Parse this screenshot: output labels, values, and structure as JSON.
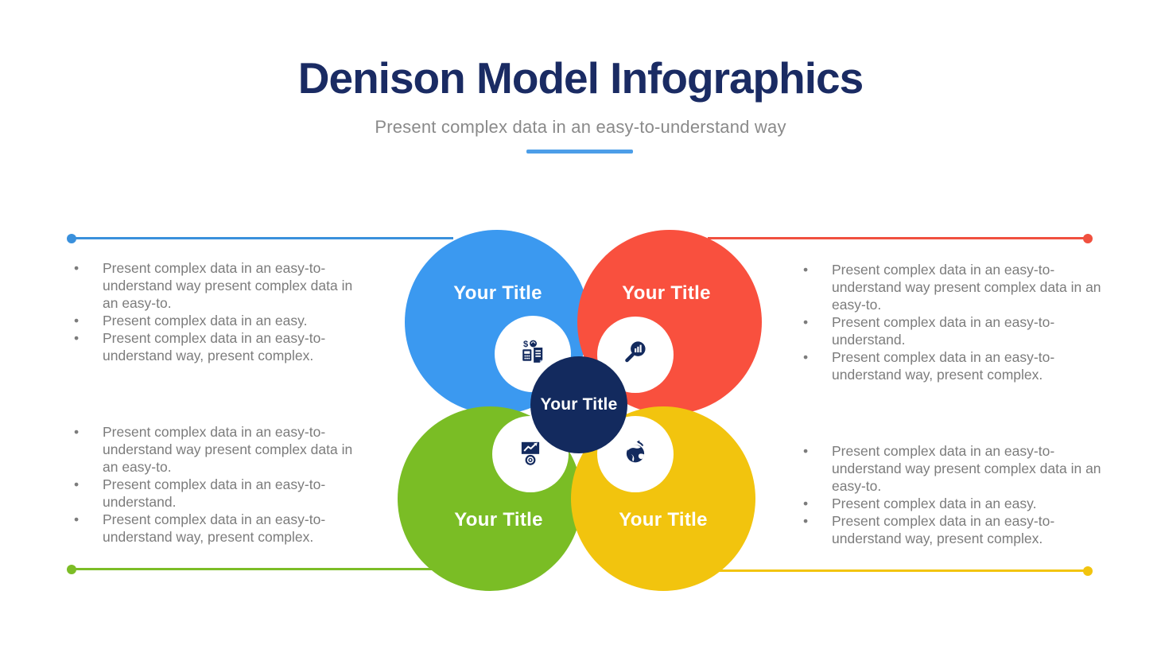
{
  "header": {
    "title": "Denison Model Infographics",
    "subtitle": "Present complex data in an easy-to-understand way",
    "title_color": "#1A2B63",
    "underline_color": "#4C9EE8"
  },
  "diagram": {
    "center": {
      "label": "Your Title",
      "color": "#132A5E"
    },
    "circles": [
      {
        "position": "top-left",
        "label": "Your Title",
        "color": "#3B99F0",
        "line_color": "#3A90DC",
        "icon": "financial-report-icon"
      },
      {
        "position": "top-right",
        "label": "Your Title",
        "color": "#F9503E",
        "line_color": "#F0503F",
        "icon": "search-analytics-icon"
      },
      {
        "position": "bottom-left",
        "label": "Your Title",
        "color": "#7ABD25",
        "line_color": "#7CBD26",
        "icon": "growth-presentation-icon"
      },
      {
        "position": "bottom-right",
        "label": "Your Title",
        "color": "#F2C40E",
        "line_color": "#F2C40E",
        "icon": "globe-icon"
      }
    ]
  },
  "blocks": {
    "top_left": {
      "bullets": [
        "Present complex data in an easy-to-understand way present complex data in an easy-to.",
        "Present complex data in an easy.",
        "Present complex data in an easy-to-understand way, present complex."
      ]
    },
    "top_right": {
      "bullets": [
        "Present complex data in an easy-to-understand way present complex data in an easy-to.",
        "Present complex data in an easy-to-understand.",
        "Present complex data in an easy-to-understand way, present complex."
      ]
    },
    "bottom_left": {
      "bullets": [
        "Present complex data in an easy-to-understand way present complex data in an easy-to.",
        "Present complex data in an easy-to-understand.",
        "Present complex data in an easy-to-understand way, present complex."
      ]
    },
    "bottom_right": {
      "bullets": [
        "Present complex data in an easy-to-understand way present complex data in an easy-to.",
        "Present complex data in an easy.",
        "Present complex data in an easy-to-understand way, present complex."
      ]
    }
  }
}
